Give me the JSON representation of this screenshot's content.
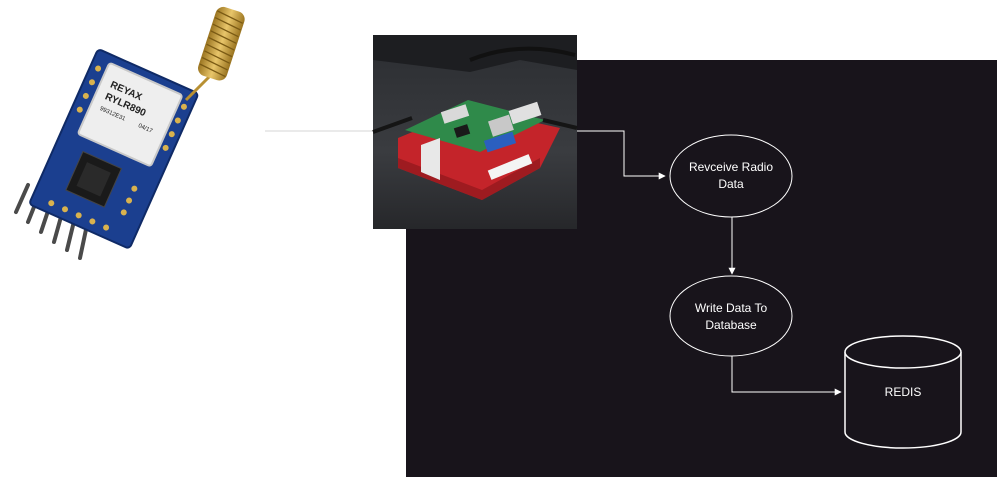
{
  "canvas": {
    "background": "#ffffff",
    "panel_color": "#18141b",
    "stroke_color": "#ffffff"
  },
  "module": {
    "brand": "REYAX",
    "model": "RYLR890",
    "serial": "99312E31",
    "batch": "04/17",
    "pcb_color": "#1b3f8f",
    "antenna_color": "#c9a13a"
  },
  "photo": {
    "subject": "Raspberry Pi in red case",
    "case_color": "#c4242a",
    "board_color": "#2f8a4a"
  },
  "nodes": [
    {
      "id": "receive",
      "shape": "ellipse",
      "label_lines": [
        "Revceive Radio",
        "Data"
      ]
    },
    {
      "id": "write",
      "shape": "ellipse",
      "label_lines": [
        "Write Data To",
        "Database"
      ]
    },
    {
      "id": "redis",
      "shape": "cylinder",
      "label_lines": [
        "REDIS"
      ]
    }
  ],
  "edges": [
    {
      "from": "photo",
      "to": "receive"
    },
    {
      "from": "receive",
      "to": "write"
    },
    {
      "from": "write",
      "to": "redis"
    }
  ]
}
